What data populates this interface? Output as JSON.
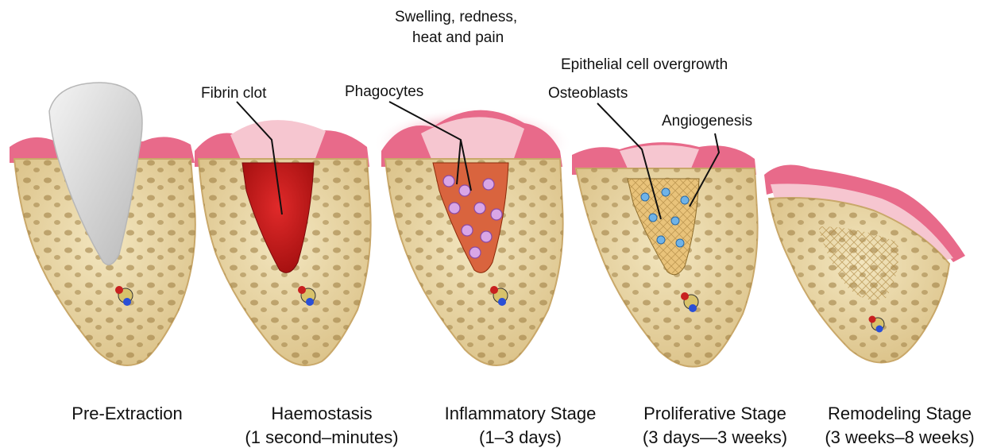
{
  "annotations": {
    "swelling": "Swelling, redness,",
    "swelling_2": "heat and pain",
    "epithelial": "Epithelial cell overgrowth",
    "fibrin": "Fibrin clot",
    "phagocytes": "Phagocytes",
    "osteoblasts": "Osteoblasts",
    "angiogenesis": "Angiogenesis"
  },
  "stages": [
    {
      "name": "Pre-Extraction",
      "sub": ""
    },
    {
      "name": "Haemostasis",
      "sub": "(1 second–minutes)"
    },
    {
      "name": "Inflammatory Stage",
      "sub": "(1–3 days)"
    },
    {
      "name": "Proliferative Stage",
      "sub": "(3 days—3 weeks)"
    },
    {
      "name": "Remodeling Stage",
      "sub": "(3 weeks–8 weeks)"
    }
  ],
  "colors": {
    "bone": "#e9d7a6",
    "bone_edge": "#c9a86a",
    "gum": "#e86a8a",
    "gum_light": "#f6c6d0",
    "clot": "#c81a1a",
    "tooth": "#dcdcdc"
  }
}
